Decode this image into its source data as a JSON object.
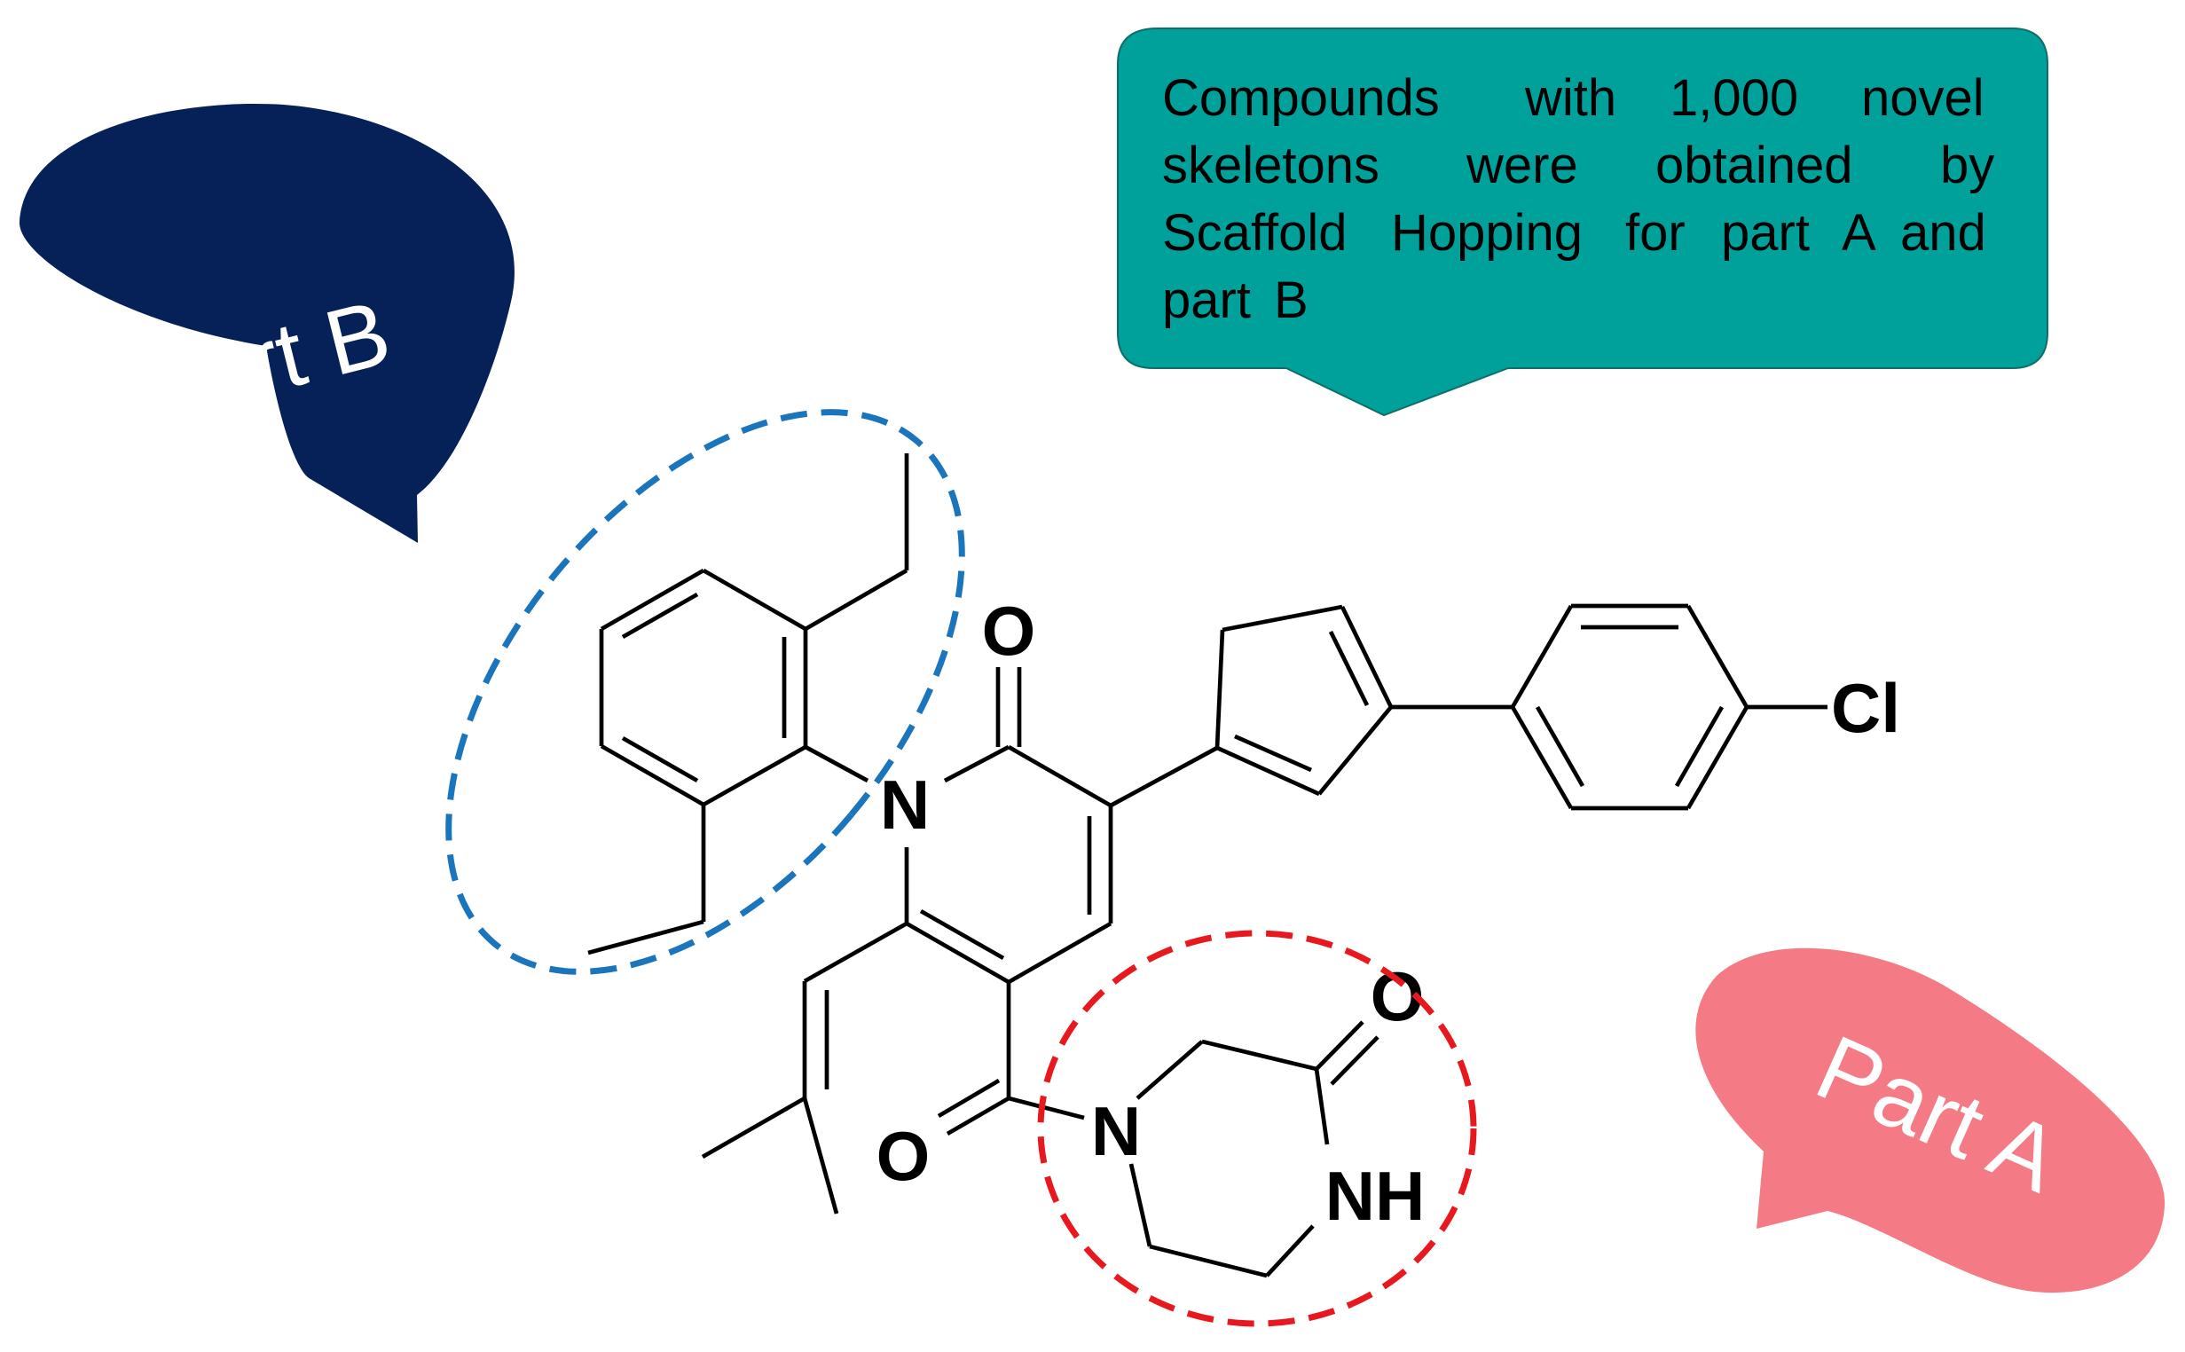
{
  "callout": {
    "lines": [
      [
        "Compounds",
        "with",
        "1,000",
        "novel"
      ],
      [
        "skeletons",
        "were",
        "obtained",
        "by"
      ],
      [
        "Scaffold",
        "Hopping",
        "for",
        "part",
        "A",
        "and"
      ],
      [
        "part",
        "B"
      ]
    ],
    "color": "#00A19A"
  },
  "bubbles": {
    "part_b": {
      "label": "Part B",
      "color": "#062058",
      "text_color": "#ffffff"
    },
    "part_a": {
      "label": "Part A",
      "color": "#F47B85",
      "text_color": "#ffffff"
    }
  },
  "highlight": {
    "part_b_color": "#1B75BC",
    "part_a_color": "#E8191E"
  },
  "atoms": {
    "o_top": "O",
    "n_ring": "N",
    "cl": "Cl",
    "o_right": "O",
    "n_pip": "N",
    "nh": "NH",
    "o_left": "O"
  }
}
